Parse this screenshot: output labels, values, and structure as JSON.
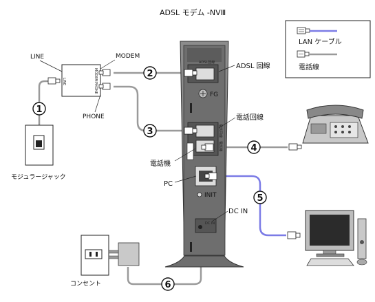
{
  "title": "ADSL モデム -NVⅢ",
  "legend": {
    "lan_label": "LAN ケーブル",
    "phone_label": "電話線"
  },
  "splitter": {
    "line_label": "LINE",
    "modem_label": "MODEM",
    "phone_label": "PHONE",
    "port_line": "LINE",
    "port_modem": "MODEM",
    "port_phone": "PHONE"
  },
  "jack_label": "モジュラージャック",
  "outlet_label": "コンセント",
  "modem": {
    "adsl_line_label": "ADSL 回線",
    "fg_label": "FG",
    "phone_line_label": "電話回線",
    "phone_device_label": "電話機",
    "pc_label": "PC",
    "init_label": "INIT",
    "dcin_label": "DC IN",
    "port_adsl_text": "ADSL回線",
    "port_phoneline_text": "電話回線",
    "port_phonedev_text": "電話機",
    "port_dcin_text": "DC IN"
  },
  "steps": [
    "1",
    "2",
    "3",
    "4",
    "5",
    "6"
  ],
  "colors": {
    "lan_cable": "#7b7be6",
    "phone_cable": "#9a9a9a",
    "modem_body": "#8c8c8c",
    "modem_panel": "#6e6e6e",
    "line": "#333333"
  },
  "icons": [
    "rj11-plug-icon",
    "rj45-plug-icon",
    "telephone-icon",
    "pc-monitor-icon",
    "keyboard-icon",
    "speaker-icon",
    "outlet-icon",
    "ac-adapter-icon",
    "modular-jack-icon"
  ]
}
